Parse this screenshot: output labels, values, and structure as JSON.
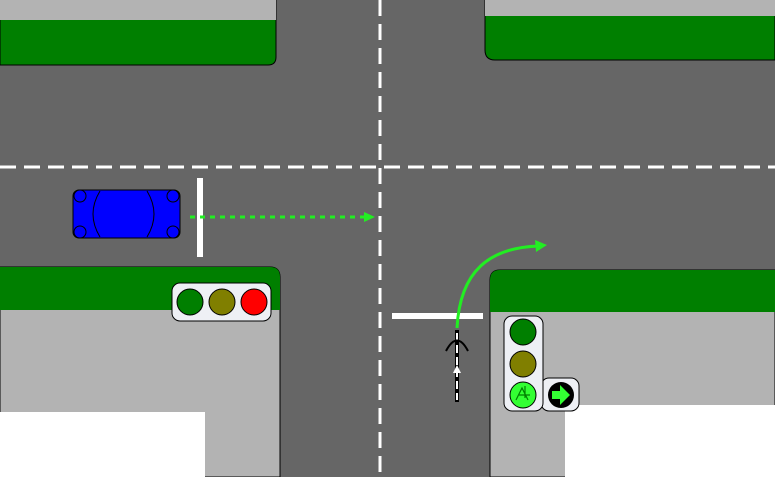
{
  "colors": {
    "road": "#666666",
    "grass": "#007f00",
    "sidewalk": "#b3b3b3",
    "marking": "#ffffff",
    "car": "#0000ff",
    "path_arrow": "#22ee22",
    "light_green_off": "#007f00",
    "light_amber_off": "#807f00",
    "light_red_on": "#ff0000",
    "light_green_on": "#33ff33"
  },
  "scene": {
    "vehicle": "car",
    "cyclist": "bicycle",
    "car_signal_active": "red",
    "bike_signal_active": "green-bicycle",
    "filter_arrow": "right"
  }
}
